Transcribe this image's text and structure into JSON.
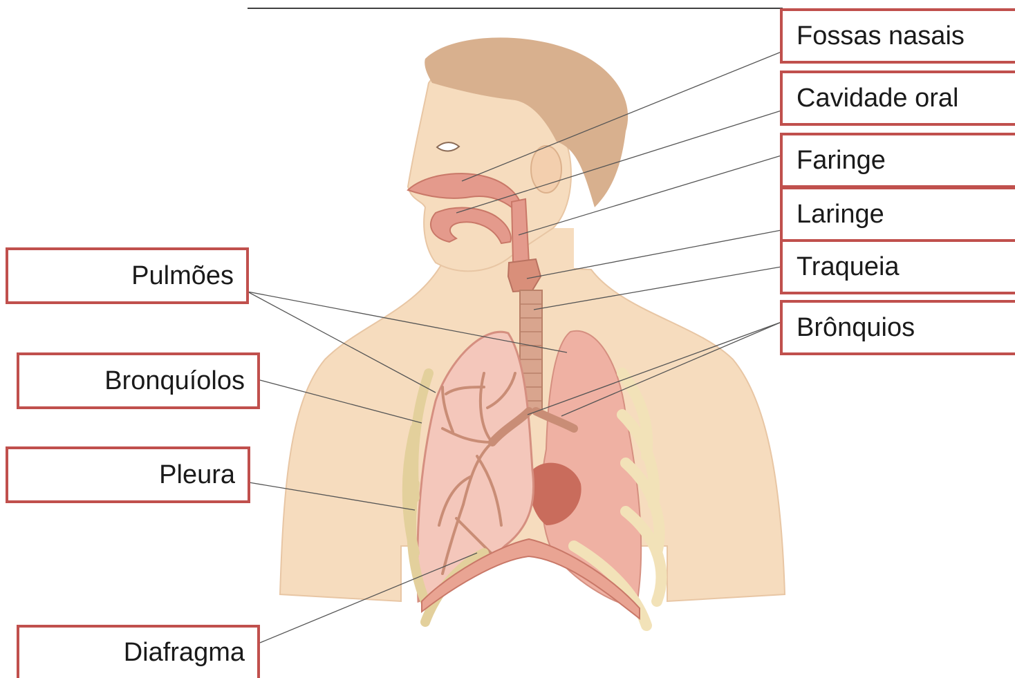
{
  "labels": {
    "fossas_nasais": "Fossas nasais",
    "cavidade_oral": "Cavidade oral",
    "faringe": "Faringe",
    "laringe": "Laringe",
    "traqueia": "Traqueia",
    "bronquios": "Brônquios",
    "pulmoes": "Pulmões",
    "bronquiolos": "Bronquíolos",
    "pleura": "Pleura",
    "diafragma": "Diafragma"
  },
  "colors": {
    "label_border": "#c0504d",
    "skin": "#f6dcbe",
    "hair": "#d8b08e",
    "airway": "#e49a8c",
    "lung_left": "#f4c7bb",
    "lung_right": "#efb1a3",
    "bronchi": "#c98d76",
    "ribs": "#f2e2b8",
    "leader_line": "#555555"
  }
}
